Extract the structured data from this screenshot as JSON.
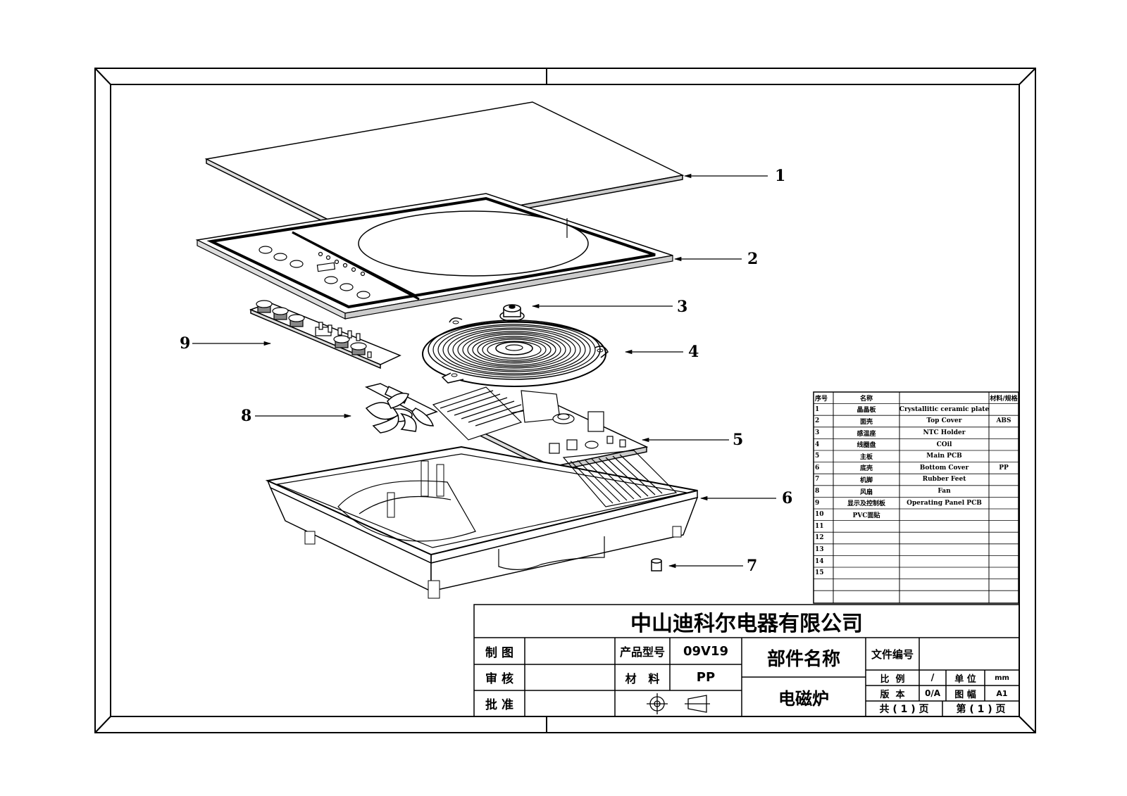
{
  "callouts": [
    "1",
    "2",
    "3",
    "4",
    "5",
    "6",
    "7",
    "8",
    "9"
  ],
  "bom": {
    "headers": {
      "no": "序号",
      "name": "名称",
      "english": "",
      "material": "材料/规格"
    },
    "rows": [
      {
        "no": "1",
        "name": "晶晶板",
        "english": "Crystallitic ceramic plate",
        "material": ""
      },
      {
        "no": "2",
        "name": "面壳",
        "english": "Top Cover",
        "material": "ABS"
      },
      {
        "no": "3",
        "name": "感温座",
        "english": "NTC  Holder",
        "material": ""
      },
      {
        "no": "4",
        "name": "线圈盘",
        "english": "COil",
        "material": ""
      },
      {
        "no": "5",
        "name": "主板",
        "english": "Main PCB",
        "material": ""
      },
      {
        "no": "6",
        "name": "底壳",
        "english": "Bottom Cover",
        "material": "PP"
      },
      {
        "no": "7",
        "name": "机脚",
        "english": "Rubber Feet",
        "material": ""
      },
      {
        "no": "8",
        "name": "风扇",
        "english": "Fan",
        "material": ""
      },
      {
        "no": "9",
        "name": "显示及控制板",
        "english": "Operating Panel PCB",
        "material": ""
      },
      {
        "no": "10",
        "name": "PVC面贴",
        "english": "",
        "material": ""
      },
      {
        "no": "11",
        "name": "",
        "english": "",
        "material": ""
      },
      {
        "no": "12",
        "name": "",
        "english": "",
        "material": ""
      },
      {
        "no": "13",
        "name": "",
        "english": "",
        "material": ""
      },
      {
        "no": "14",
        "name": "",
        "english": "",
        "material": ""
      },
      {
        "no": "15",
        "name": "",
        "english": "",
        "material": ""
      }
    ]
  },
  "title_block": {
    "company": "中山迪科尔电器有限公司",
    "drawn_label": "制 图",
    "review_label": "审 核",
    "approve_label": "批 准",
    "model_label": "产品型号",
    "model_value": "09V19",
    "material_label": "材   料",
    "material_value": "PP",
    "part_name_label": "部件名称",
    "part_name_value": "电磁炉",
    "file_no_label": "文件编号",
    "scale_label": "比  例",
    "scale_value": "/",
    "unit_label": "单 位",
    "unit_value": "mm",
    "version_label": "版  本",
    "version_value": "0/A",
    "sheet_size_label": "图 幅",
    "sheet_size_value": "A1",
    "total_pages": "共 ( 1 ) 页",
    "page_no": "第 ( 1 ) 页"
  }
}
